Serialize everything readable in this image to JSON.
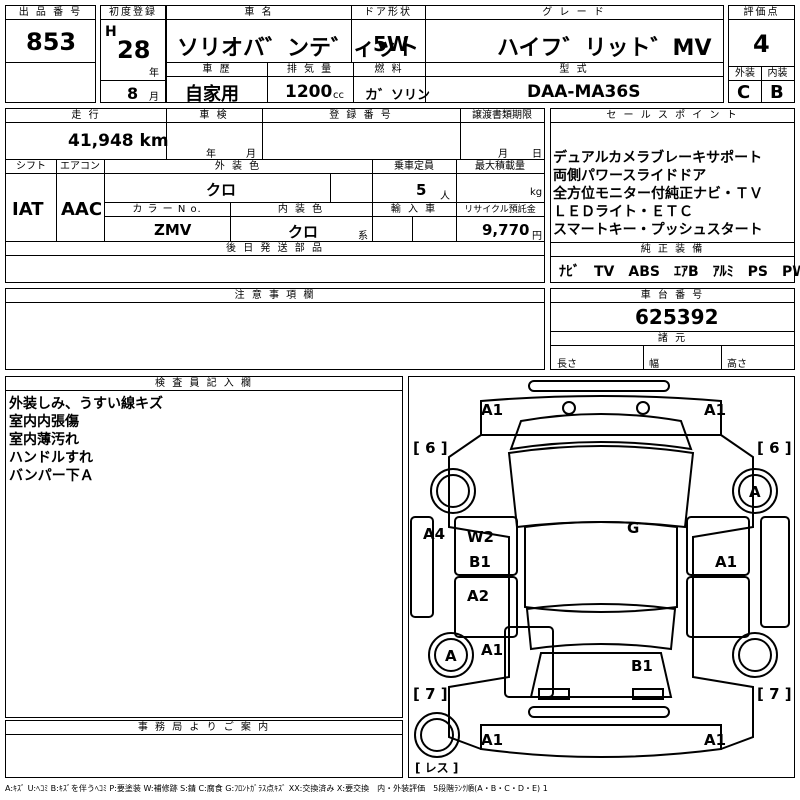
{
  "header": {
    "lot_no_label": "出 品 番 号",
    "lot_no": "853",
    "first_reg_label": "初度登録",
    "era": "H",
    "year": "28",
    "year_unit": "年",
    "month": "8",
    "month_unit": "月",
    "car_name_label": "車 名",
    "car_name": "ソリオバ゛ンテ゛ィット",
    "door_label": "ドア形状",
    "door": "5W",
    "grade_label": "グ レ ー ド",
    "grade": "ハイフ゛リット゛MV",
    "score_label": "評価点",
    "score": "4",
    "history_label": "車 歴",
    "history": "自家用",
    "displacement_label": "排 気 量",
    "displacement": "1200",
    "displacement_unit": "cc",
    "fuel_label": "燃 料",
    "fuel": "カ゛ソリン",
    "model_label": "型 式",
    "model": "DAA-MA36S",
    "exterior_label": "外装",
    "exterior": "C",
    "interior_label": "内装",
    "interior": "B"
  },
  "row2": {
    "mileage_label": "走 行",
    "mileage": "41,948 km",
    "inspection_label": "車 検",
    "inspection_year_unit": "年",
    "inspection_month_unit": "月",
    "registration_label": "登 録 番 号",
    "transfer_label": "譲渡書類期限",
    "transfer_month_unit": "月",
    "transfer_day_unit": "日",
    "shift_label": "シフト",
    "shift": "IAT",
    "ac_label": "エアコン",
    "ac": "AAC",
    "color_label": "外 装 色",
    "color": "クロ",
    "capacity_label": "乗車定員",
    "capacity": "5",
    "capacity_unit": "人",
    "load_label": "最大積載量",
    "load_unit": "kg",
    "color_no_label": "カ ラ ー N o.",
    "color_no": "ZMV",
    "int_color_label": "内 装 色",
    "int_color": "クロ",
    "int_color_unit": "系",
    "import_label": "輸 入 車",
    "recycle_label": "リサイクル預託金",
    "recycle": "9,770",
    "recycle_unit": "円",
    "later_parts_label": "後 日 発 送 部 品"
  },
  "sales": {
    "label": "セ ー ル ス ポ イ ン ト",
    "lines": [
      "デュアルカメラブレーキサポート",
      "両側パワースライドドア",
      "全方位モニター付純正ナビ・ＴＶ",
      "ＬＥＤライト・ＥＴＣ",
      "スマートキー・プッシュスタート"
    ],
    "equip_label": "純 正 装 備",
    "equipment": "ﾅﾋﾞ　TV　ABS　ｴｱB　ｱﾙﾐ　PS　PW"
  },
  "notes": {
    "caution_label": "注 意 事 項 欄",
    "chassis_label": "車 台 番 号",
    "chassis": "625392",
    "specs_label": "諸 元",
    "length_label": "長さ",
    "width_label": "幅",
    "height_label": "高さ"
  },
  "inspector": {
    "label": "検 査 員 記 入 欄",
    "lines": [
      "外装しみ、うすい線キズ",
      "室内内張傷",
      "室内薄汚れ",
      "ハンドルすれ",
      "バンパー下Ａ"
    ]
  },
  "office": {
    "label": "事 務 局 よ り ご 案 内"
  },
  "diagram": {
    "marks": [
      "A1",
      "A1",
      "[ 6 ]",
      "[ 6 ]",
      "A",
      "G",
      "A4",
      "W2",
      "B1",
      "A1",
      "A2",
      "A",
      "A1",
      "B1",
      "[ 7 ]",
      "[ 7 ]",
      "A1",
      "A1",
      "[ レス ]"
    ]
  },
  "legend": "A:ｷｽﾞ U:ﾍｺﾐ B:ｷｽﾞを伴うﾍｺﾐ P:要塗装 W:補修跡 S:錆 C:腐食 G:ﾌﾛﾝﾄｶﾞﾗｽ点ｷｽﾞ XX:交換済み X:要交換　内・外装評価　5段階ﾗﾝｸ順(A・B・C・D・E) 1"
}
